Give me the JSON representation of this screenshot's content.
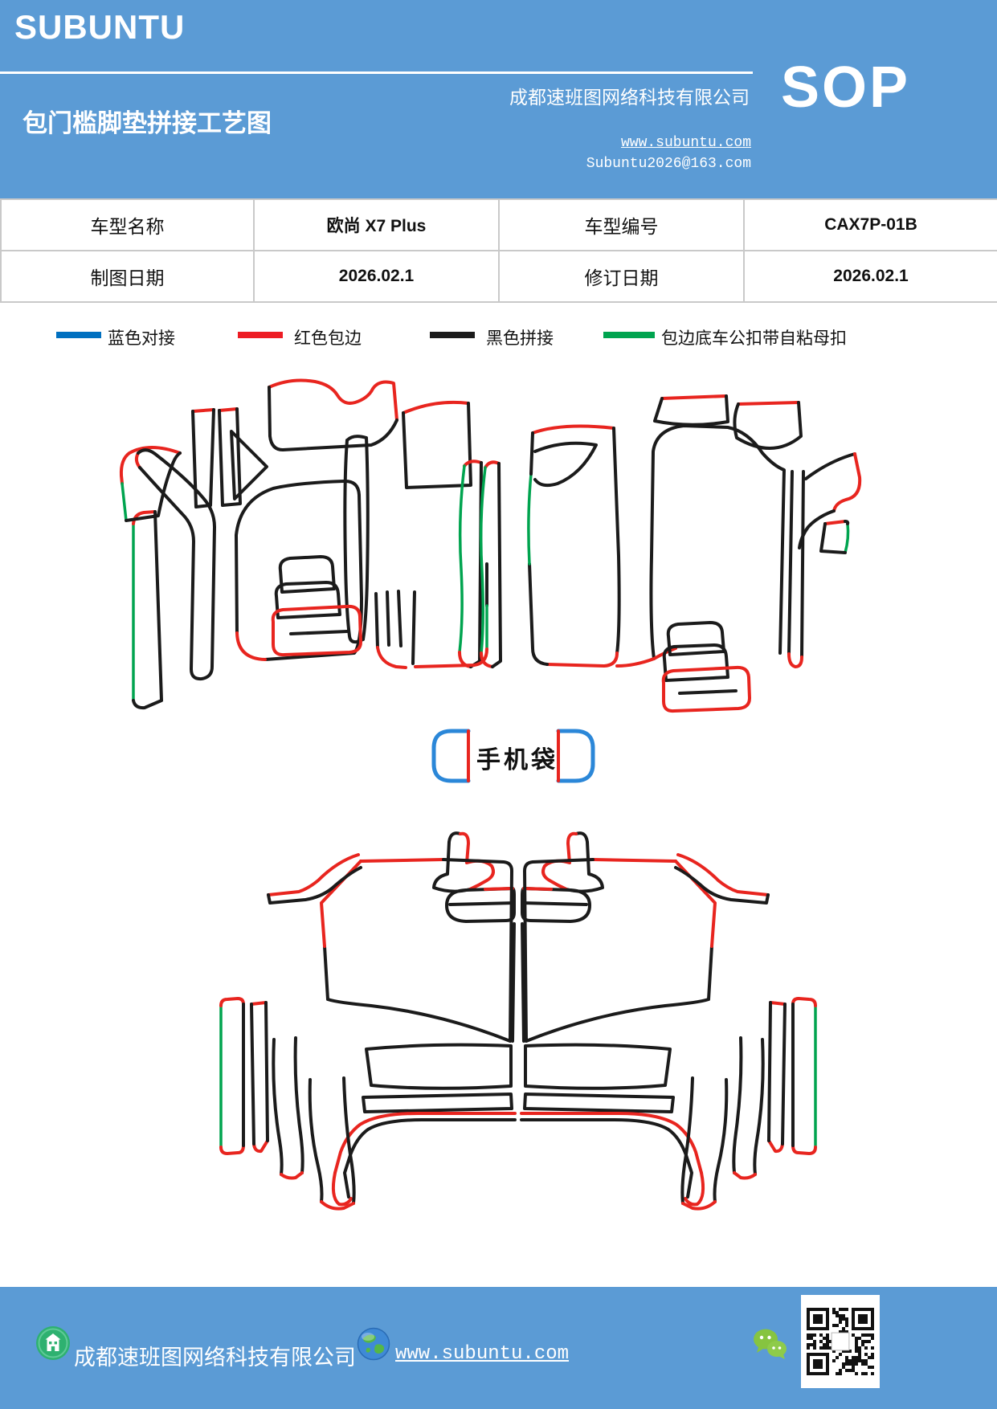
{
  "header": {
    "bg_color": "#5b9bd5",
    "brand": "SUBUNTU",
    "title": "包门槛脚垫拼接工艺图",
    "company": "成都速班图网络科技有限公司",
    "sop_label": "SOP",
    "website": "www.subuntu.com",
    "email": "Subuntu2026@163.com"
  },
  "info_table": {
    "cells": [
      [
        "车型名称",
        "欧尚 X7 Plus",
        "车型编号",
        "CAX7P-01B"
      ],
      [
        "制图日期",
        "2026.02.1",
        "修订日期",
        "2026.02.1"
      ]
    ]
  },
  "legend": {
    "items": [
      {
        "label": "蓝色对接",
        "color": "#0070c0"
      },
      {
        "label": "红色包边",
        "color": "#ed1c24"
      },
      {
        "label": "黑色拼接",
        "color": "#1b1b1b"
      },
      {
        "label": "包边底车公扣带自粘母扣",
        "color": "#00a44f"
      }
    ]
  },
  "diagram": {
    "phone_bag_label": "手机袋",
    "line_colors": {
      "black": "#1b1b1b",
      "red": "#e8251f",
      "green": "#00a44f",
      "blue": "#2b87d8"
    }
  },
  "footer": {
    "bg_color": "#5b9bd5",
    "company": "成都速班图网络科技有限公司",
    "website": "www.subuntu.com",
    "icons": [
      "building-icon",
      "globe-icon",
      "wechat-icon",
      "qr-code"
    ]
  }
}
